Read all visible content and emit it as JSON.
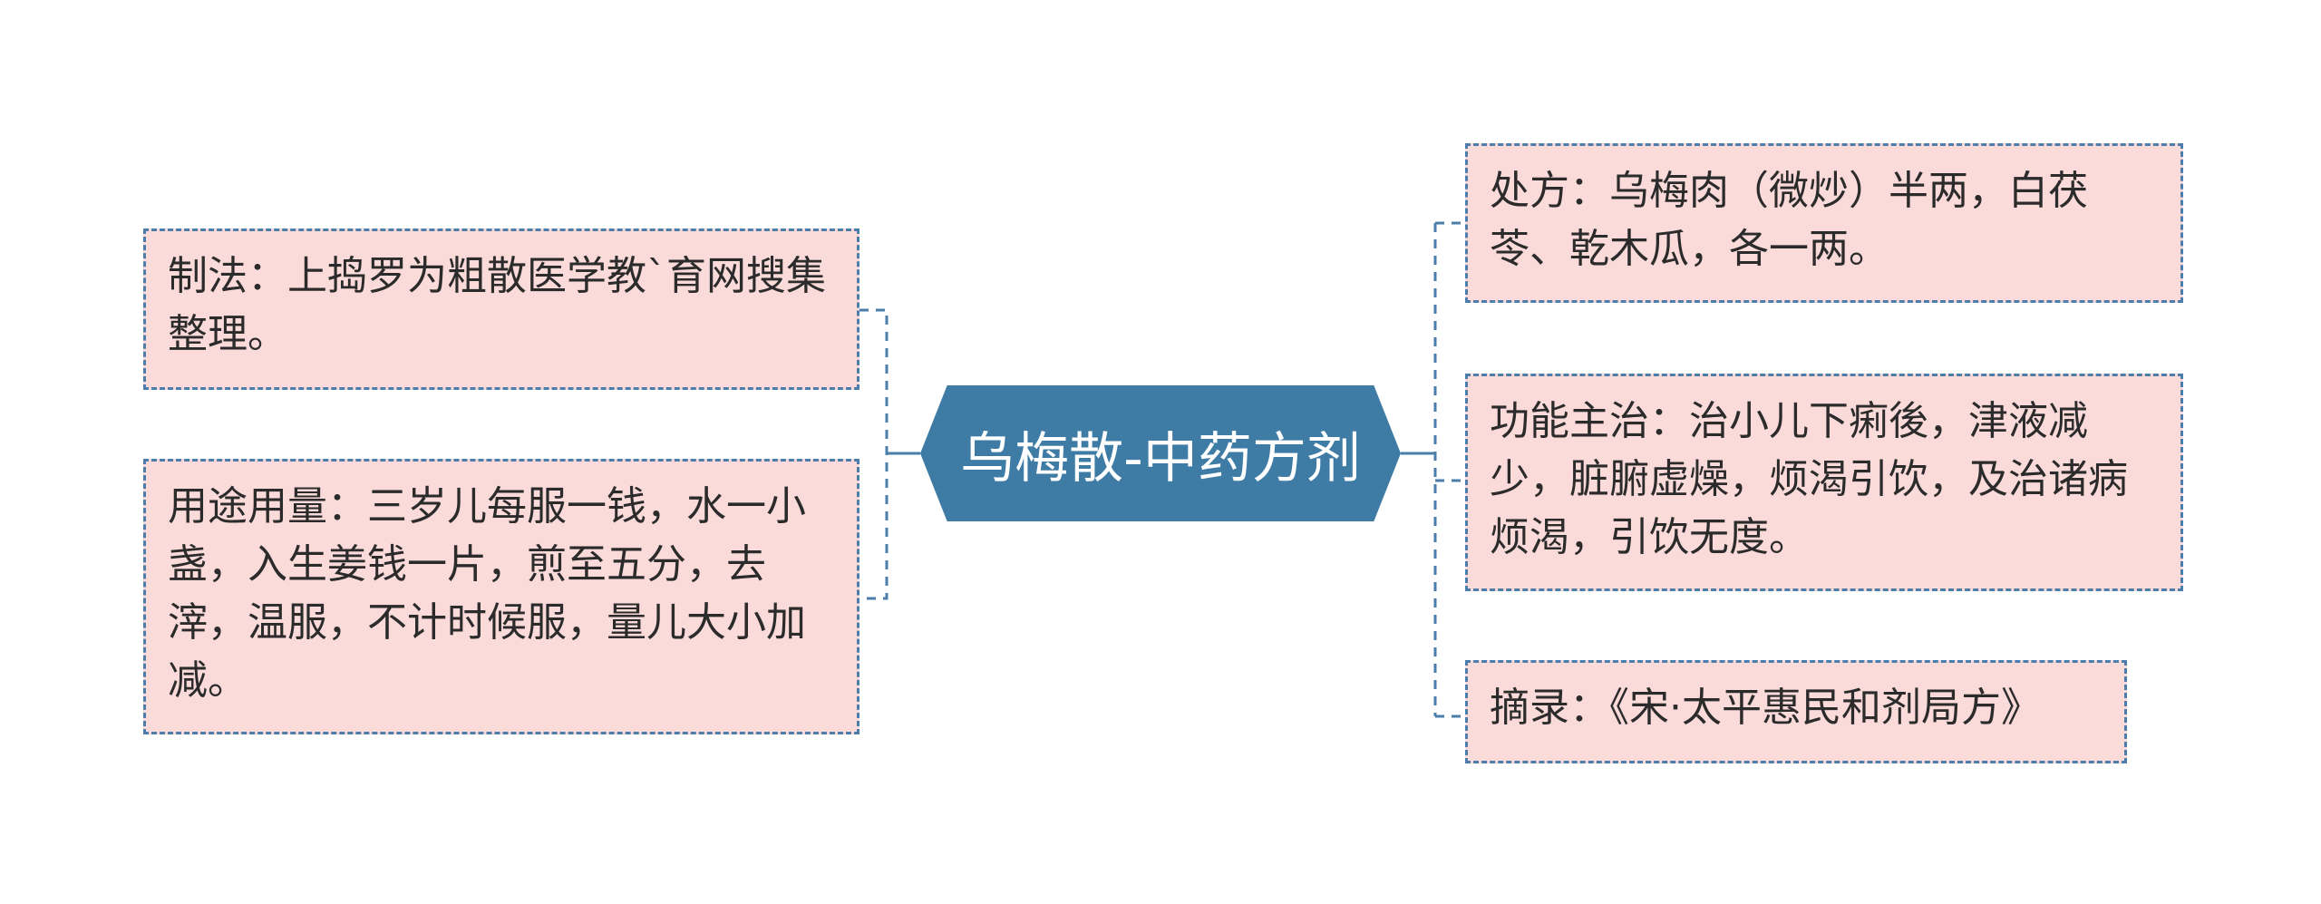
{
  "mindmap": {
    "center": "乌梅散-中药方剂",
    "branches": [
      {
        "id": "method",
        "text": "制法：上捣罗为粗散医学教`育网搜集整理。"
      },
      {
        "id": "usage",
        "text": "用途用量：三岁儿每服一钱，水一小盏，入生姜钱一片，煎至五分，去滓，温服，不计时候服，量儿大小加减。"
      },
      {
        "id": "prescription",
        "text": "处方：乌梅肉（微炒）半两，白茯苓、乾木瓜，各一两。"
      },
      {
        "id": "indications",
        "text": "功能主治：治小儿下痢後，津液减少，脏腑虚燥，烦渴引饮，及治诸病烦渴，引饮无度。"
      },
      {
        "id": "source",
        "text": "摘录：《宋·太平惠民和剂局方》"
      }
    ]
  },
  "colors": {
    "center_fill": "#3e7ca5",
    "node_fill": "#fbdada",
    "node_border": "#4b7eab",
    "connector": "#4b7eab"
  }
}
